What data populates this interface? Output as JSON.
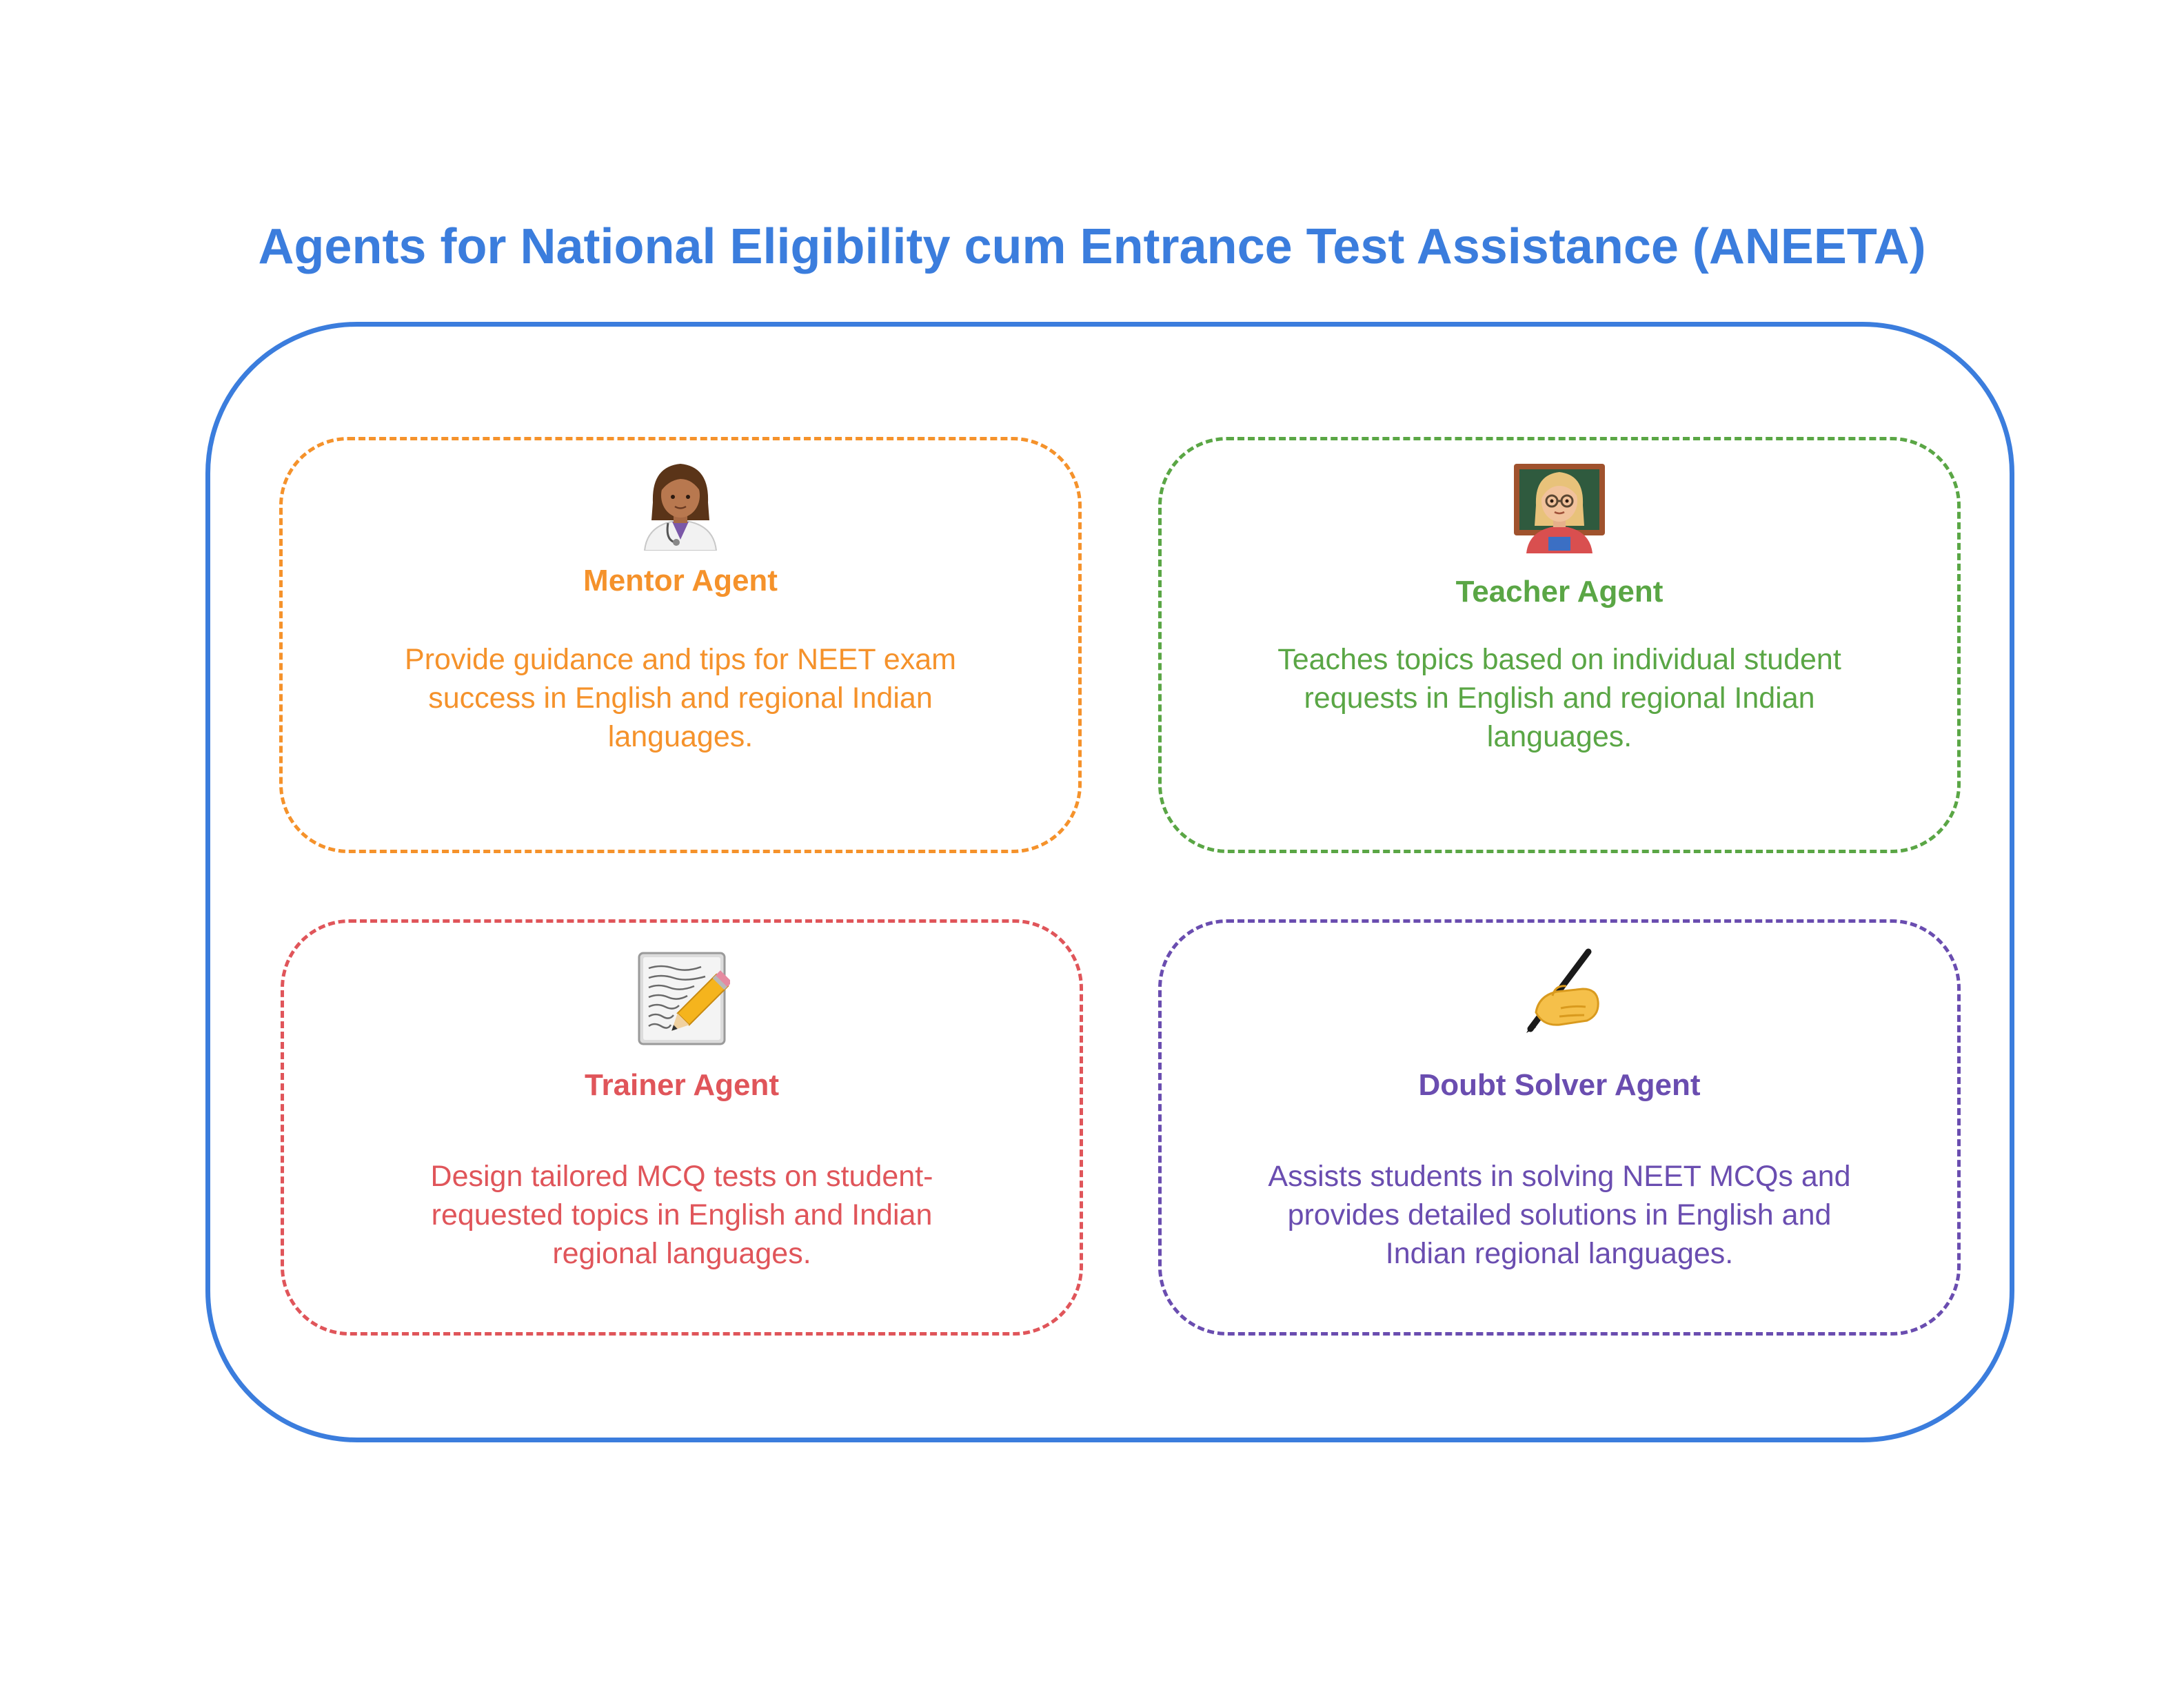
{
  "diagram": {
    "title": "Agents for National Eligibility cum Entrance Test Assistance (ANEETA)",
    "title_color": "#3b7ddd",
    "container_color": "#3b7ddd",
    "agents": [
      {
        "name": "Mentor Agent",
        "description": "Provide guidance and tips for NEET exam success in English and regional Indian languages.",
        "color": "#f5922b",
        "icon": "doctor-woman-icon"
      },
      {
        "name": "Teacher Agent",
        "description": "Teaches topics based on individual student requests in English and regional Indian languages.",
        "color": "#5aa645",
        "icon": "teacher-woman-icon"
      },
      {
        "name": "Trainer Agent",
        "description": "Design tailored MCQ tests on student-requested topics in English and Indian regional languages.",
        "color": "#e0555a",
        "icon": "memo-pencil-icon"
      },
      {
        "name": "Doubt Solver Agent",
        "description": "Assists students in solving NEET MCQs and provides detailed solutions in English and Indian regional languages.",
        "color": "#6a4db0",
        "icon": "writing-hand-icon"
      }
    ]
  }
}
